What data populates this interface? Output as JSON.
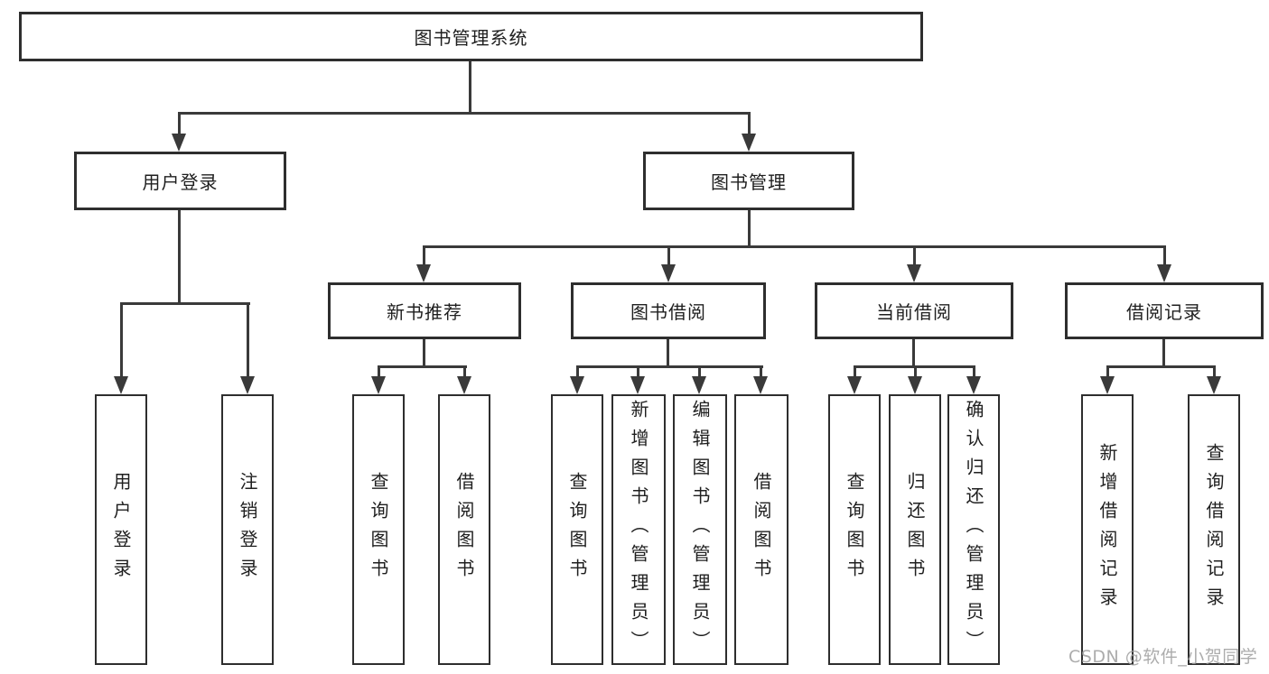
{
  "diagram": {
    "title": "图书管理系统",
    "level2": [
      {
        "label": "用户登录"
      },
      {
        "label": "图书管理"
      }
    ],
    "level3": [
      {
        "label": "新书推荐"
      },
      {
        "label": "图书借阅"
      },
      {
        "label": "当前借阅"
      },
      {
        "label": "借阅记录"
      }
    ],
    "leaves": {
      "user": [
        {
          "label": "用户登录"
        },
        {
          "label": "注销登录"
        }
      ],
      "recommend": [
        {
          "label": "查询图书"
        },
        {
          "label": "借阅图书"
        }
      ],
      "borrow": [
        {
          "label": "查询图书"
        },
        {
          "label": "新增图书（管理员）"
        },
        {
          "label": "编辑图书（管理员）"
        },
        {
          "label": "借阅图书"
        }
      ],
      "current": [
        {
          "label": "查询图书"
        },
        {
          "label": "归还图书"
        },
        {
          "label": "确认归还（管理员）"
        }
      ],
      "records": [
        {
          "label": "新增借阅记录"
        },
        {
          "label": "查询借阅记录"
        }
      ]
    },
    "watermark": "CSDN @软件_小贺同学",
    "colors": {
      "line": "#3a3a3a",
      "box_border": "#2e2e2e",
      "text": "#1f1f1f",
      "watermark": "#9e9e9e",
      "background": "#ffffff"
    }
  }
}
